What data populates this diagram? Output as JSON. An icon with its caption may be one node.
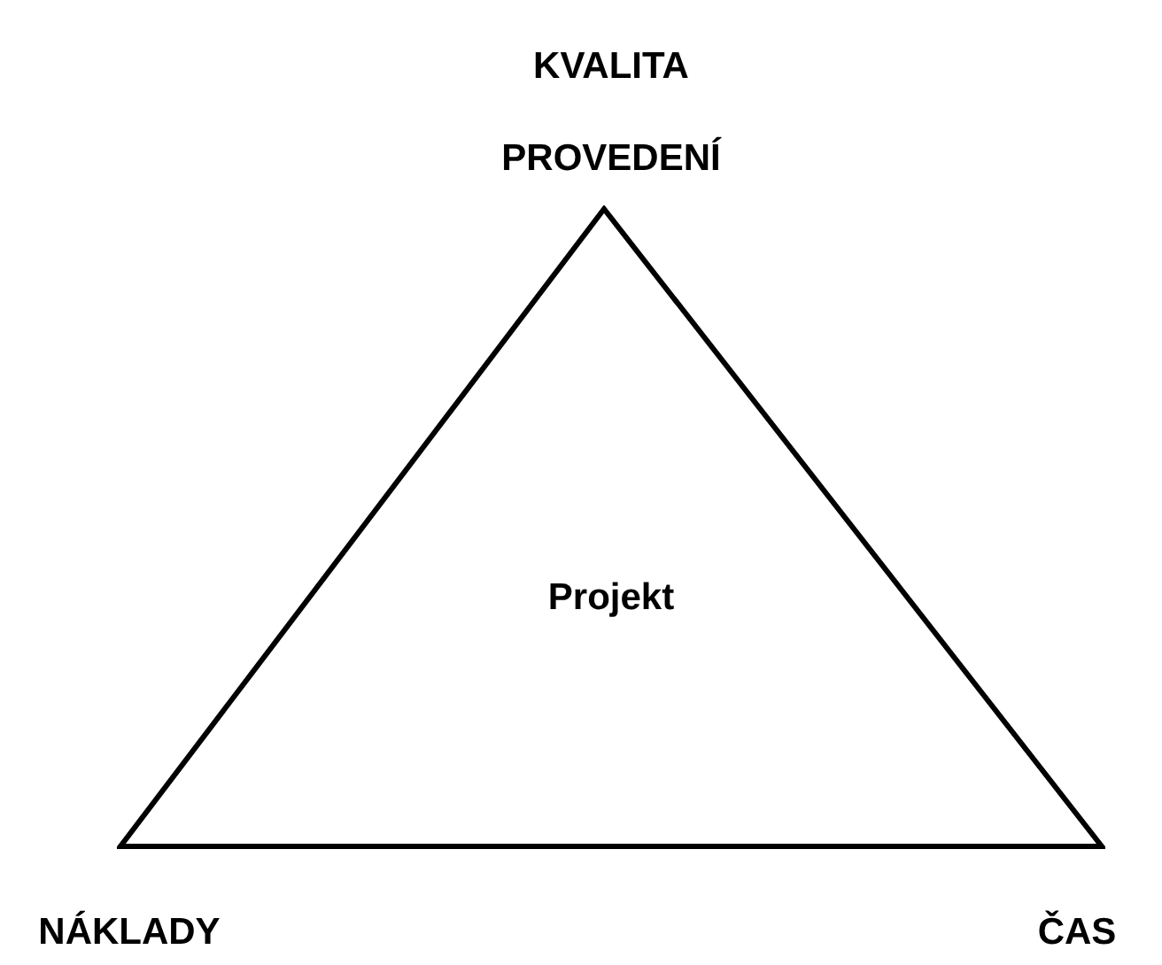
{
  "diagram": {
    "nodes": [
      {
        "text": [
          "Projekt"
        ]
      }
    ],
    "labels": [
      "KVALITA PROVEDENÍ",
      "NÁKLADY",
      "ČAS"
    ]
  }
}
